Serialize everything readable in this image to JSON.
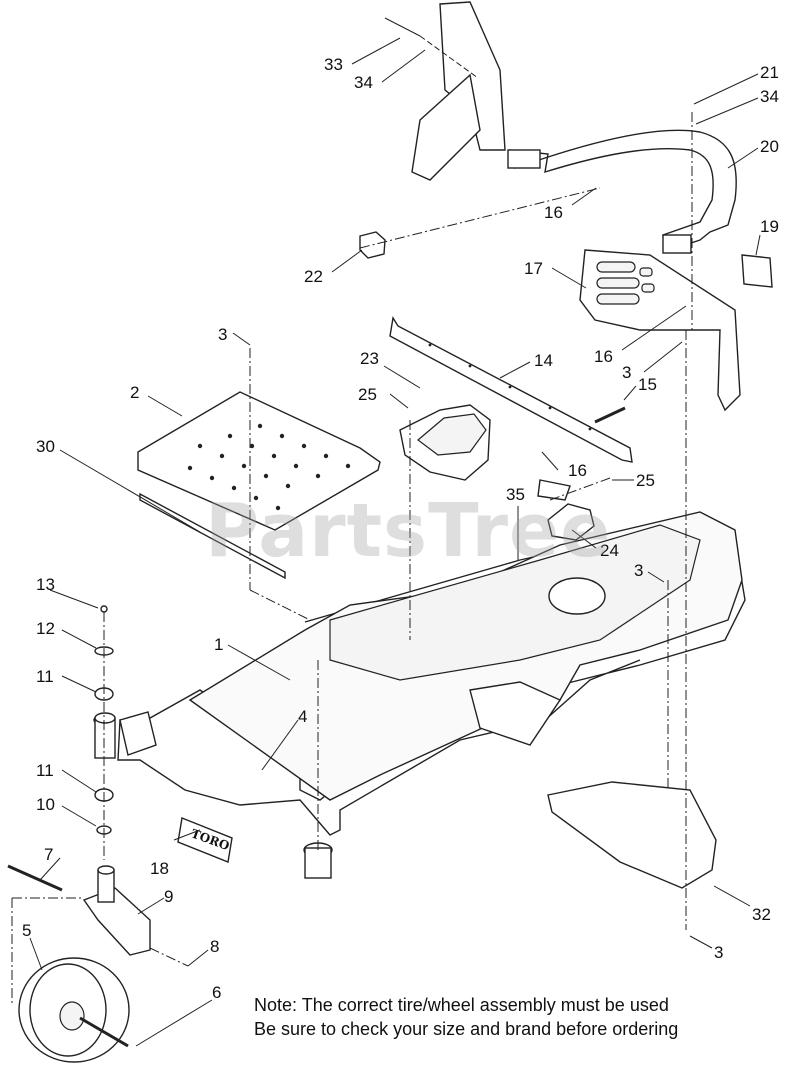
{
  "watermark": "PartsTree",
  "brand_label": "TORO",
  "note": {
    "line1": "Note: The correct tire/wheel assembly must be used",
    "line2": "Be sure to check your size and brand before ordering"
  },
  "callouts": {
    "c33": "33",
    "c34a": "34",
    "c21": "21",
    "c34b": "34",
    "c20": "20",
    "c16a": "16",
    "c19": "19",
    "c22": "22",
    "c17": "17",
    "c3a": "3",
    "c16b": "16",
    "c3b": "3",
    "c14": "14",
    "c15": "15",
    "c23": "23",
    "c25a": "25",
    "c2": "2",
    "c16c": "16",
    "c25b": "25",
    "c30": "30",
    "c35": "35",
    "c24": "24",
    "c3c": "3",
    "c13": "13",
    "c12": "12",
    "c1": "1",
    "c11a": "11",
    "c4": "4",
    "c11b": "11",
    "c10": "10",
    "c7": "7",
    "c18": "18",
    "c9": "9",
    "c32": "32",
    "c5": "5",
    "c8": "8",
    "c3d": "3",
    "c6": "6"
  }
}
